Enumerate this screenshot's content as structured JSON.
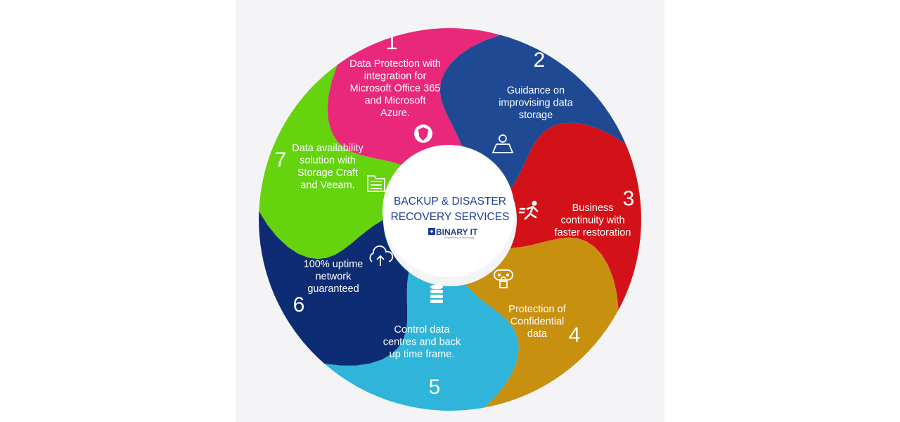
{
  "title": {
    "line1": "BACKUP & DISASTER",
    "line2": "RECOVERY SERVICES"
  },
  "brand": {
    "name": "BINARY IT",
    "tagline": "Empowered by technology"
  },
  "segments": [
    {
      "number": "1",
      "color": "#ea287b",
      "icon": "shield-icon",
      "lines": [
        "Data Protection with",
        "integration for",
        "Microsoft Office 365",
        "and Microsoft",
        "Azure."
      ]
    },
    {
      "number": "2",
      "color": "#1f4a93",
      "icon": "map-pin-icon",
      "lines": [
        "Guidance on",
        "improvising data",
        "storage"
      ]
    },
    {
      "number": "3",
      "color": "#d21218",
      "icon": "running-person-icon",
      "lines": [
        "Business",
        "continuity with",
        "faster restoration"
      ]
    },
    {
      "number": "4",
      "color": "#c8900f",
      "icon": "security-lock-icon",
      "lines": [
        "Protection of",
        "Confidential",
        "data"
      ]
    },
    {
      "number": "5",
      "color": "#2fb5d9",
      "icon": "database-icon",
      "lines": [
        "Control data",
        "centres and back",
        "up time frame."
      ]
    },
    {
      "number": "6",
      "color": "#0d2c73",
      "icon": "cloud-upload-icon",
      "lines": [
        "100% uptime",
        "network",
        "guaranteed"
      ]
    },
    {
      "number": "7",
      "color": "#65d30e",
      "icon": "folder-icon",
      "lines": [
        "Data availability",
        "solution with",
        "Storage Craft",
        "and  Veeam."
      ]
    }
  ]
}
